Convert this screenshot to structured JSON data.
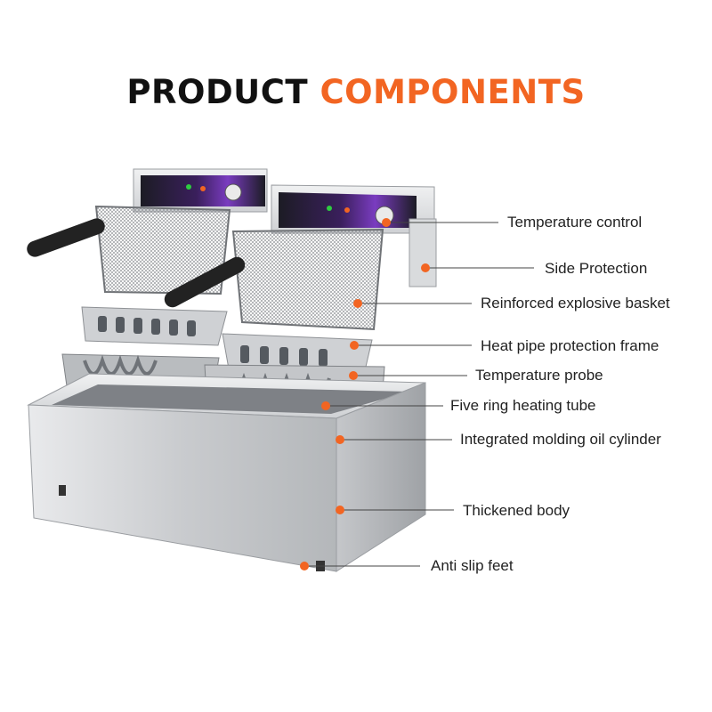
{
  "title": {
    "part1": "PRODUCT",
    "part2": "COMPONENTS"
  },
  "colors": {
    "accent": "#f26522",
    "panel": "#6b2fa0",
    "steel": "#d6d8da",
    "text": "#222222"
  },
  "components": [
    {
      "id": "temperature-control",
      "label": "Temperature control"
    },
    {
      "id": "side-protection",
      "label": "Side Protection"
    },
    {
      "id": "reinforced-explosive-basket",
      "label": "Reinforced explosive basket"
    },
    {
      "id": "heat-pipe-protection-frame",
      "label": "Heat pipe protection frame"
    },
    {
      "id": "temperature-probe",
      "label": "Temperature probe"
    },
    {
      "id": "five-ring-heating-tube",
      "label": "Five ring heating tube"
    },
    {
      "id": "integrated-molding-oil-cylinder",
      "label": "Integrated molding oil cylinder"
    },
    {
      "id": "thickened-body",
      "label": "Thickened body"
    },
    {
      "id": "anti-slip-feet",
      "label": "Anti slip feet"
    }
  ]
}
